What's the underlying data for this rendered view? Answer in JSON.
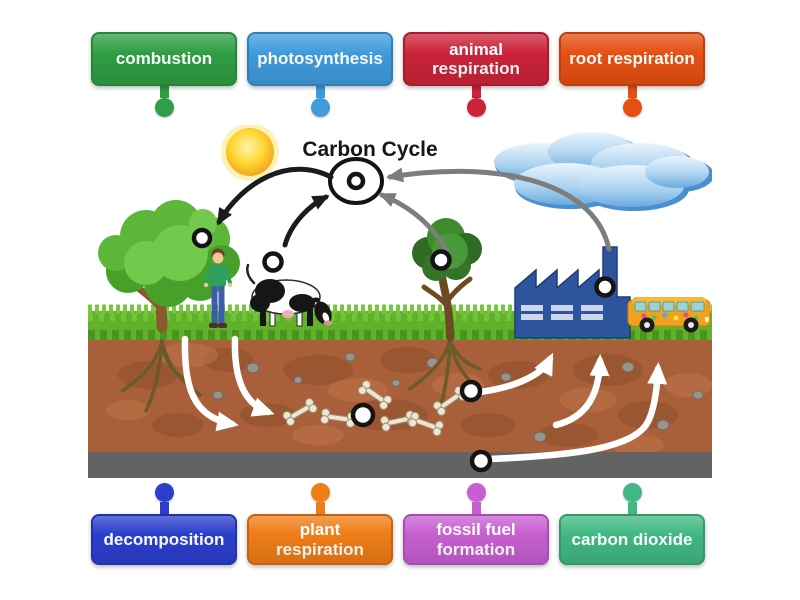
{
  "diagram": {
    "title": "Carbon Cycle",
    "pin_targets": [
      "atmosphere-hub",
      "large-tree",
      "cow",
      "small-tree",
      "factory-chimney",
      "buried-bones",
      "tree-roots",
      "fossil-fuel-layer"
    ],
    "colors": {
      "arrow_black": "#1c1c1c",
      "arrow_gray": "#7d7d7d",
      "arrow_white": "#ffffff",
      "soil": "#a9603a",
      "grass": "#61b22a",
      "fossil_layer": "#636363",
      "factory": "#2e549e",
      "bus": "#f0a21c"
    }
  },
  "labels": {
    "top": [
      {
        "text": "combustion",
        "color": "#2f9e44",
        "border": "#27853a"
      },
      {
        "text": "photosynthesis",
        "color": "#3f9bdc",
        "border": "#2f7fb8"
      },
      {
        "text": "animal respiration",
        "color": "#cb2339",
        "border": "#a81b2e"
      },
      {
        "text": "root respiration",
        "color": "#e55012",
        "border": "#bf3f0c"
      }
    ],
    "bottom": [
      {
        "text": "decomposition",
        "color": "#2b3fcc",
        "border": "#2133ab"
      },
      {
        "text": "plant respiration",
        "color": "#ef7d17",
        "border": "#c66310"
      },
      {
        "text": "fossil fuel formation",
        "color": "#c75fd0",
        "border": "#a94bb3"
      },
      {
        "text": "carbon dioxide",
        "color": "#41b883",
        "border": "#33996c"
      }
    ]
  }
}
